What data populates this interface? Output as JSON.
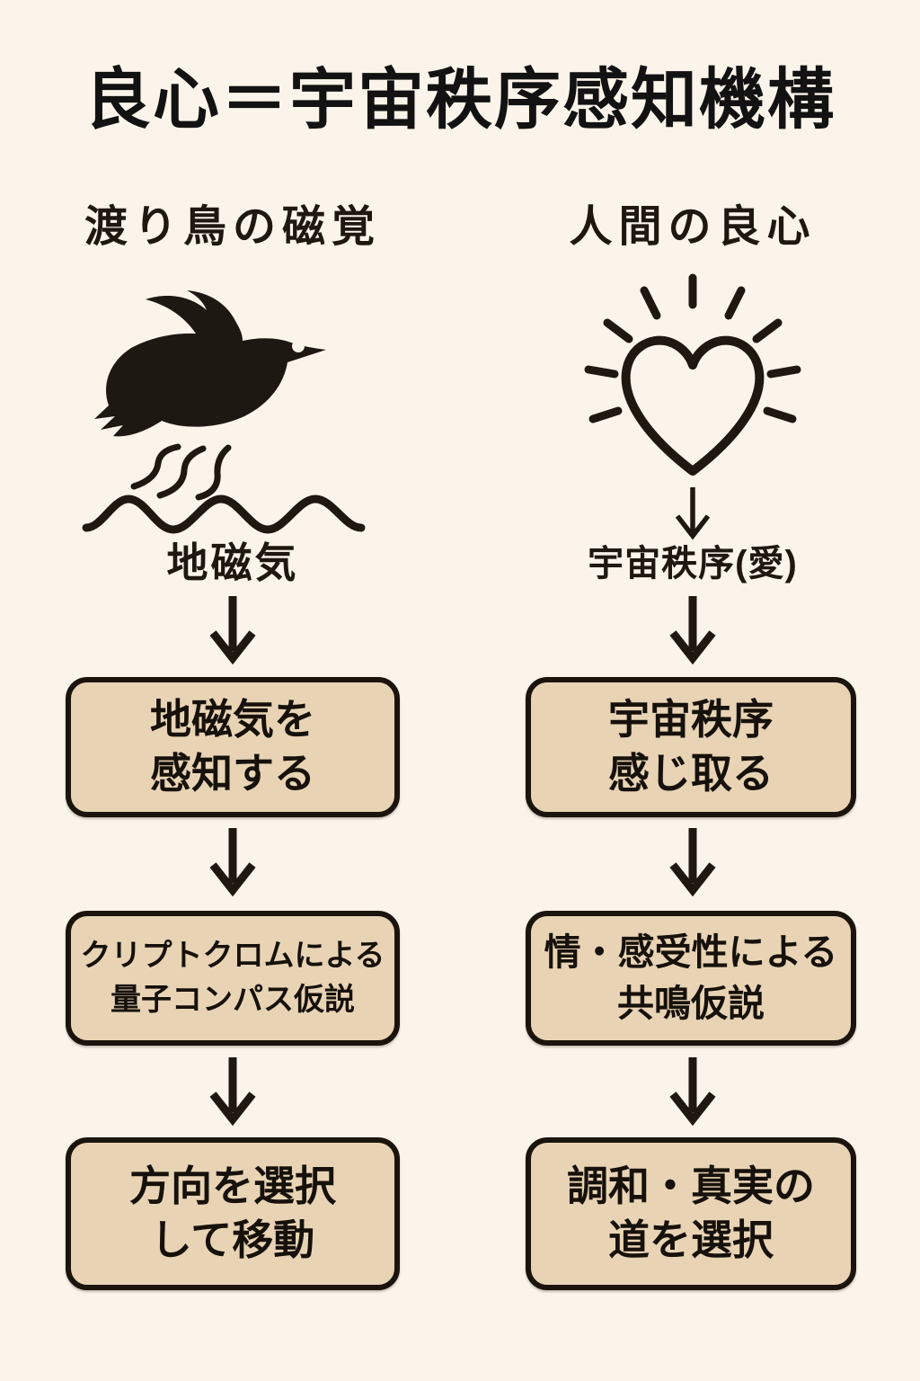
{
  "title": "良心＝宇宙秩序感知機構",
  "columns": {
    "left": {
      "header": "渡り鳥の磁覚",
      "icon": "bird-over-waves-icon",
      "source_label": "地磁気",
      "steps": [
        {
          "lines": [
            "地磁気を",
            "感知する"
          ]
        },
        {
          "lines": [
            "クリプトクロムによる",
            "量子コンパス仮説"
          ]
        },
        {
          "lines": [
            "方向を選択",
            "して移動"
          ]
        }
      ]
    },
    "right": {
      "header": "人間の良心",
      "icon": "radiant-heart-icon",
      "source_label": "宇宙秩序(愛)",
      "steps": [
        {
          "lines": [
            "宇宙秩序",
            "感じ取る"
          ]
        },
        {
          "lines": [
            "情・感受性による",
            "共鳴仮説"
          ]
        },
        {
          "lines": [
            "調和・真実の",
            "道を選択"
          ]
        }
      ]
    }
  },
  "colors": {
    "background": "#faf4ea",
    "box_fill": "#e8d4b5",
    "box_border": "#1a140d",
    "ink": "#1e1811"
  }
}
